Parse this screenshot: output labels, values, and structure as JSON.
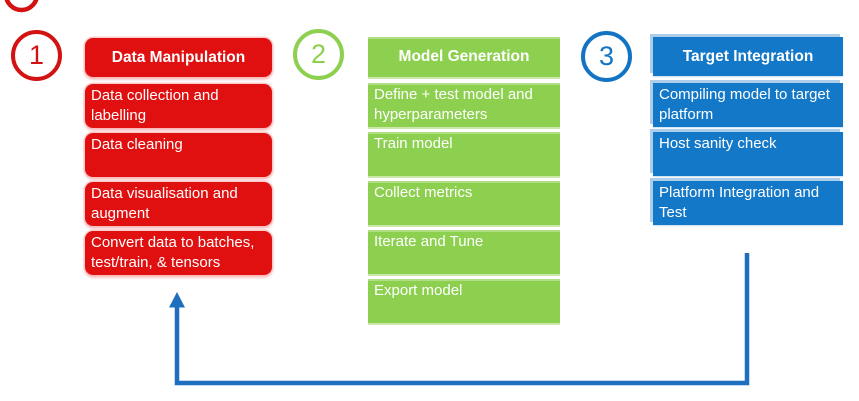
{
  "diagram": {
    "steps": [
      {
        "number": "1",
        "header": "Data Manipulation",
        "accent_color": "#e01010",
        "items": [
          "Data collection and labelling",
          "Data cleaning",
          "Data visualisation and augment",
          "Convert data to batches, test/train, & tensors"
        ]
      },
      {
        "number": "2",
        "header": "Model Generation",
        "accent_color": "#8dd050",
        "items": [
          "Define + test model and hyperparameters",
          "Train model",
          "Collect metrics",
          "Iterate and Tune",
          "Export model"
        ]
      },
      {
        "number": "3",
        "header": "Target Integration",
        "accent_color": "#1478c8",
        "items": [
          "Compiling model to target platform",
          "Host sanity check",
          "Platform Integration and Test"
        ]
      }
    ],
    "feedback_arrow_color": "#1e6fc0"
  }
}
